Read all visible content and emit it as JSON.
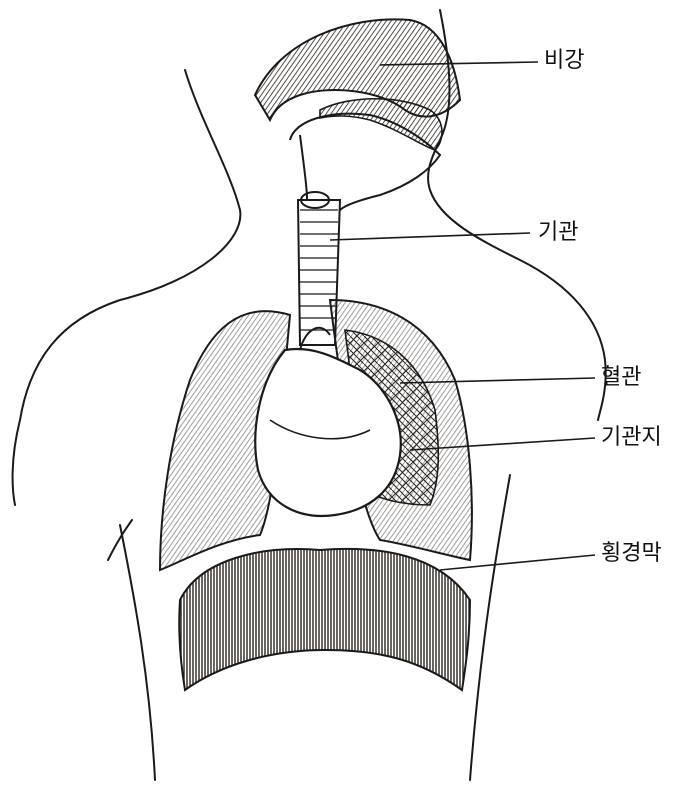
{
  "labels": {
    "nasal_cavity": "비강",
    "trachea": "기관",
    "blood_vessel": "혈관",
    "bronchi": "기관지",
    "diaphragm": "횡경막"
  },
  "colors": {
    "ink": "#1a1a1a",
    "shade": "#3a3028",
    "paper": "#ffffff"
  }
}
